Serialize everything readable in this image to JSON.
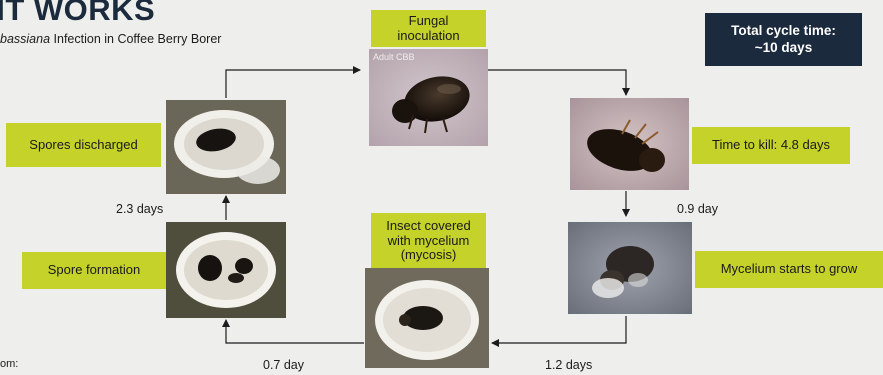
{
  "header": {
    "title": "/ IT WORKS",
    "subtitle_italic": "bassiana",
    "subtitle_rest": " Infection in Coffee Berry Borer"
  },
  "cycle_time": {
    "line1": "Total cycle time:",
    "line2": "~10 days"
  },
  "stages": {
    "inoculation": {
      "label_line1": "Fungal",
      "label_line2": "inoculation",
      "photo_tag": "Adult CBB"
    },
    "kill": {
      "label": "Time to kill: 4.8 days"
    },
    "mycelium_grow": {
      "label": "Mycelium starts to grow"
    },
    "mycosis": {
      "label_line1": "Insect covered",
      "label_line2": "with mycelium",
      "label_line3": "(mycosis)"
    },
    "spore_formation": {
      "label": "Spore formation"
    },
    "spores_discharged": {
      "label": "Spores discharged"
    }
  },
  "durations": {
    "kill_to_grow": "0.9 day",
    "grow_to_mycosis": "1.2 days",
    "mycosis_to_formation": "0.7 day",
    "formation_to_discharge": "2.3 days"
  },
  "footer": {
    "source_label": "om:"
  },
  "colors": {
    "label_bg": "#c5d22a",
    "navy": "#1b2a3d",
    "background": "#eeeeec"
  }
}
